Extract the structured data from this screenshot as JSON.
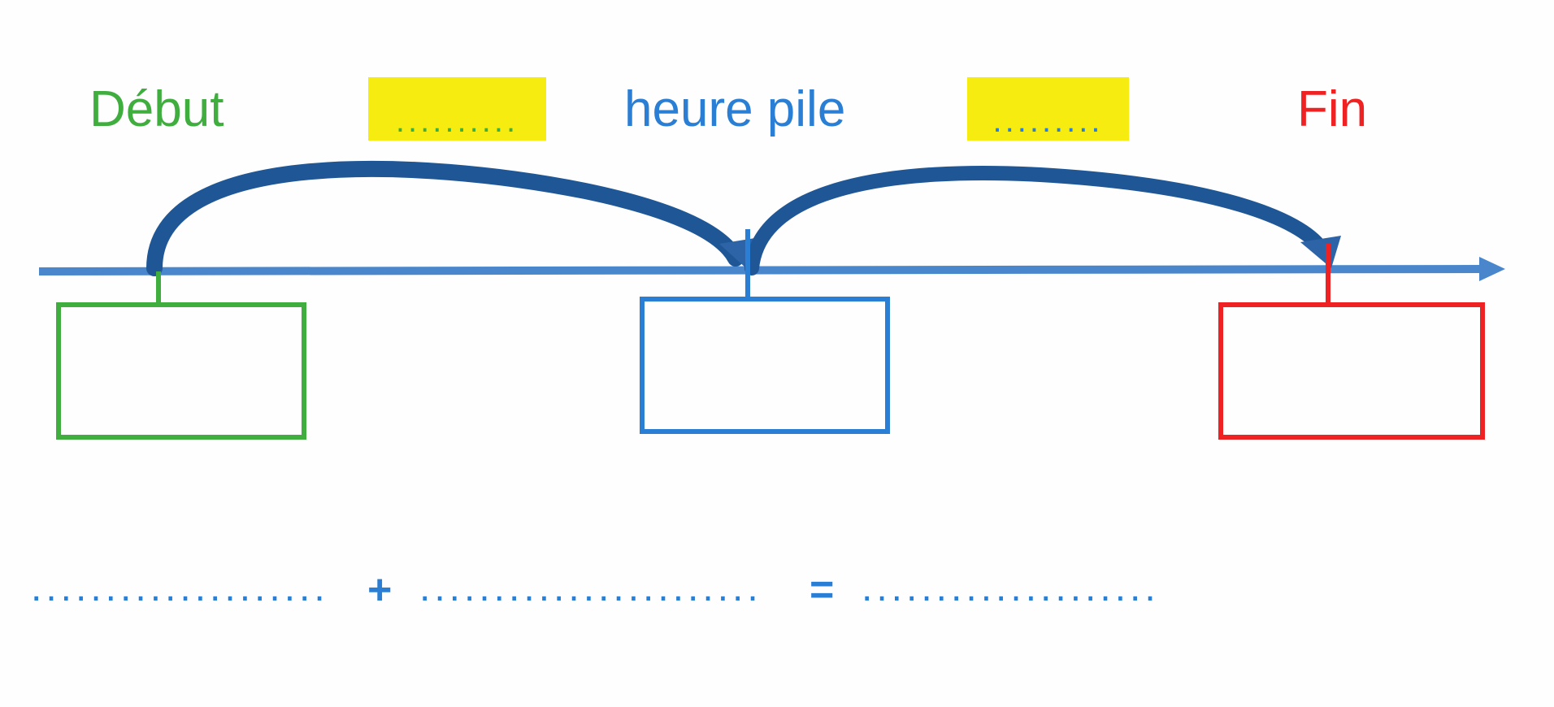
{
  "labels": {
    "start": "Début",
    "blank1": "..........",
    "middle": "heure pile",
    "blank2": ".........",
    "end": "Fin"
  },
  "equation": {
    "operand1": "....................",
    "plus": "+",
    "operand2": ".......................",
    "equals": "=",
    "result": "...................."
  },
  "colors": {
    "start": "#3fae3f",
    "middle": "#2a7fd4",
    "end": "#ee2222",
    "highlight": "#f7ec0f",
    "arc": "#1f5796",
    "axis": "#4a86cc"
  }
}
